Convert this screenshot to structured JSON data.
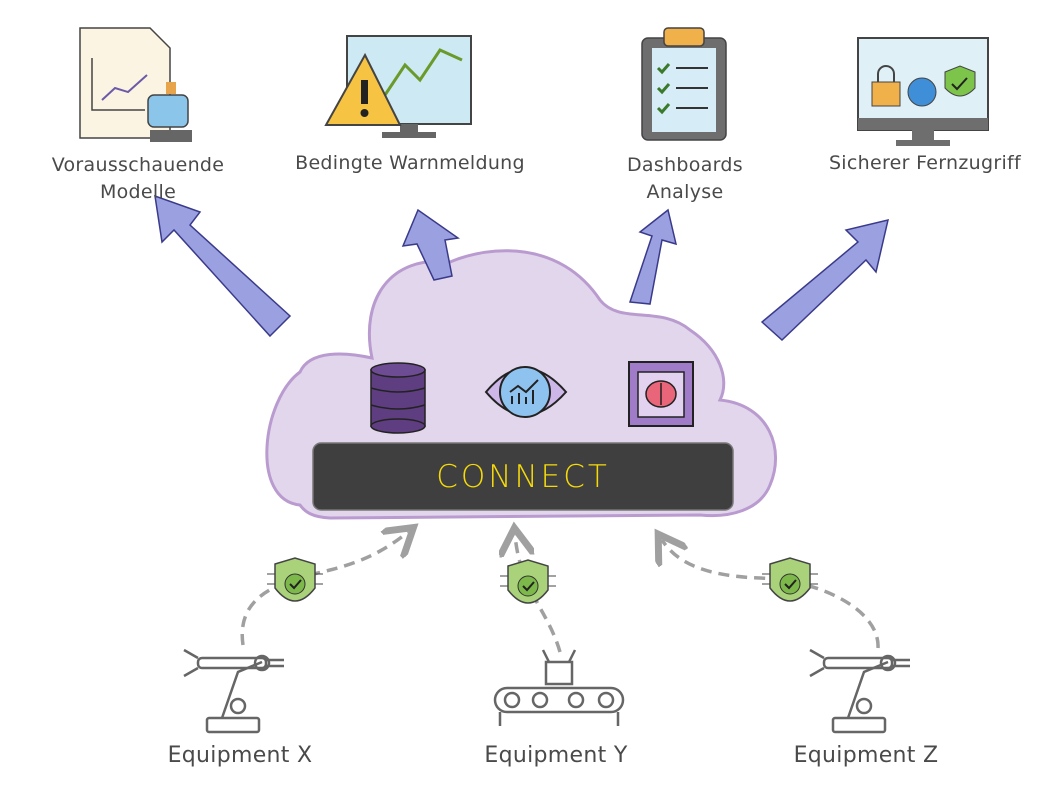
{
  "outputs": [
    {
      "label_lines": [
        "Vorausschauende",
        "Modelle"
      ],
      "icon": "predictive-model-document-robot-icon"
    },
    {
      "label_lines": [
        "Bedingte Warnmeldung"
      ],
      "icon": "warning-monitor-icon"
    },
    {
      "label_lines": [
        "Dashboards",
        "Analyse"
      ],
      "icon": "clipboard-checklist-icon"
    },
    {
      "label_lines": [
        "Sicherer Fernzugriff"
      ],
      "icon": "secure-monitor-icon"
    }
  ],
  "cloud": {
    "brand": "CONNECT",
    "brand_color": "#f5d90a",
    "bar_color": "#3f3f3f",
    "cloud_fill": "#e2d6ec",
    "icons": [
      "database-icon",
      "analytics-eye-icon",
      "ai-chip-brain-icon"
    ]
  },
  "equipment": [
    {
      "label": "Equipment X",
      "icon": "robot-arm-icon"
    },
    {
      "label": "Equipment Y",
      "icon": "conveyor-icon"
    },
    {
      "label": "Equipment Z",
      "icon": "robot-arm-icon"
    }
  ],
  "colors": {
    "arrow": "#9aa0e0",
    "shield": "#a9d27a"
  }
}
